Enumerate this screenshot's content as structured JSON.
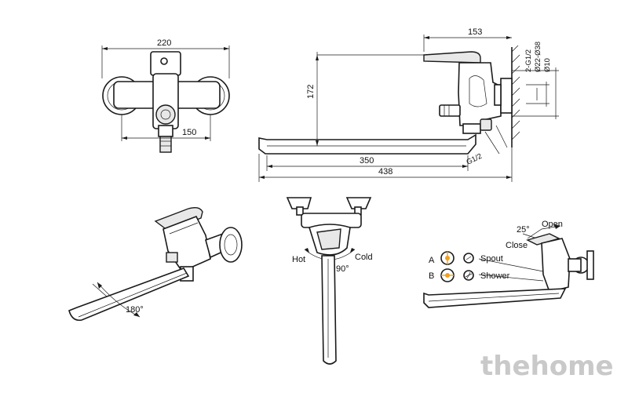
{
  "dimensions": {
    "top_width": "220",
    "top_inner": "150",
    "side_top": "153",
    "side_height": "172",
    "spout_350": "350",
    "spout_438": "438",
    "thread_g": "G1/2",
    "right_g": "2-G1/2",
    "dia_22": "Ø22-Ø38",
    "dia_10": "Ø10"
  },
  "rotation": {
    "spout_angle": "180°"
  },
  "handles": {
    "hot": "Hot",
    "cold": "Cold",
    "angle": "90°"
  },
  "diverter": {
    "angle": "25°",
    "open": "Open",
    "close": "Close",
    "mode_a_letter": "A",
    "mode_a_label": "Spout",
    "mode_b_letter": "B",
    "mode_b_label": "Shower"
  },
  "watermark": "thehome",
  "colors": {
    "line": "#1a1a1a",
    "accent_orange": "#f0a020",
    "watermark": "#c9c9c9"
  }
}
